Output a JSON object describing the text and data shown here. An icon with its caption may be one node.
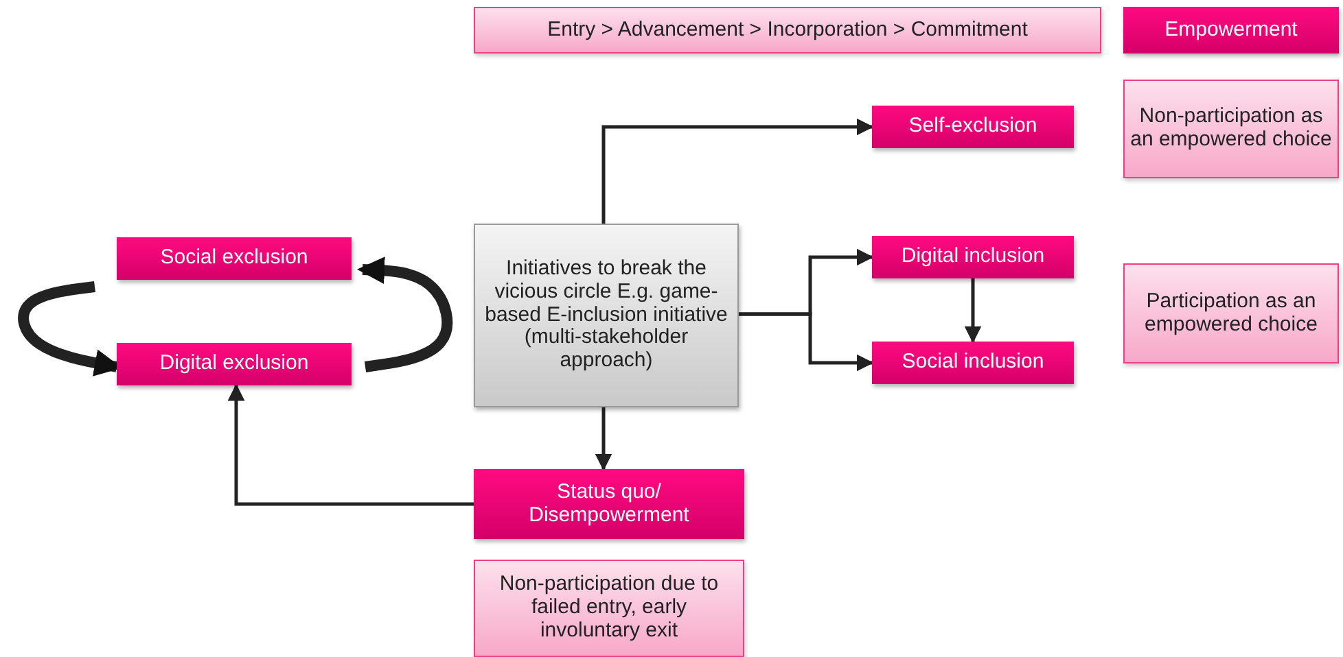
{
  "diagram": {
    "nodes": [
      {
        "text": [
          "Entry > Advancement > Incorporation > Commitment"
        ]
      },
      {
        "text": [
          "Empowerment"
        ]
      },
      {
        "text": [
          "Self-exclusion"
        ]
      },
      {
        "text": [
          "Non-participation as an empowered choice"
        ]
      },
      {
        "text": [
          "Social exclusion"
        ]
      },
      {
        "text": [
          "Digital exclusion"
        ]
      },
      {
        "text": [
          "Initiatives to break the vicious circle E.g. game-based E-inclusion initiative (multi-stakeholder approach)"
        ]
      },
      {
        "text": [
          "Digital inclusion"
        ]
      },
      {
        "text": [
          "Participation as an empowered choice"
        ]
      },
      {
        "text": [
          "Social inclusion"
        ]
      },
      {
        "text": [
          "Status quo/ Disempowerment"
        ]
      },
      {
        "text": [
          "Non-participation due to failed entry, early involuntary exit"
        ]
      }
    ],
    "edges": [
      {
        "from": 6,
        "to": 2,
        "arrow": "to"
      },
      {
        "from": 6,
        "to": 7,
        "arrow": "to"
      },
      {
        "from": 6,
        "to": 9,
        "arrow": "to"
      },
      {
        "from": 7,
        "to": 9,
        "arrow": "to"
      },
      {
        "from": 6,
        "to": 10,
        "arrow": "to"
      },
      {
        "from": 10,
        "to": 5,
        "arrow": "to"
      },
      {
        "from": 4,
        "to": 5,
        "arrow": "to",
        "style": "thick"
      },
      {
        "from": 5,
        "to": 4,
        "arrow": "to",
        "style": "thick"
      }
    ]
  }
}
